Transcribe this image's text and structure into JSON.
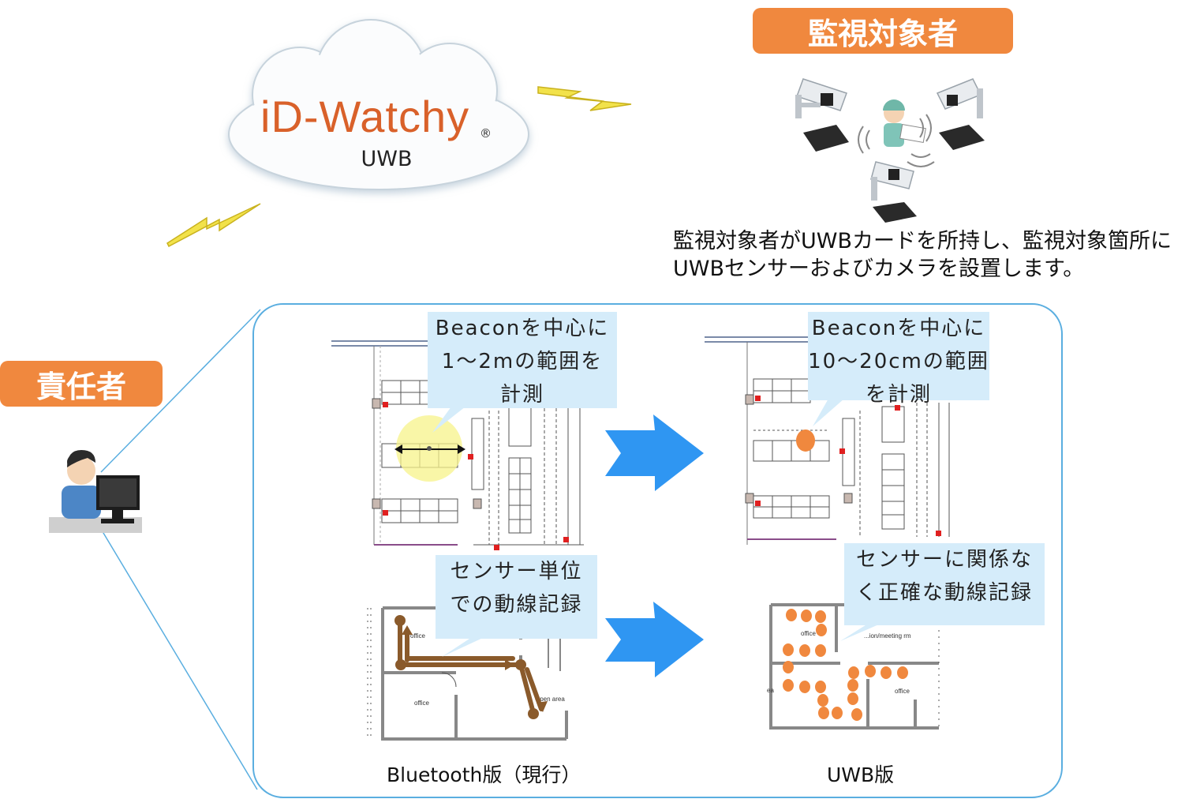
{
  "labels": {
    "monitor_target": "監視対象者",
    "responsible": "責任者"
  },
  "cloud": {
    "logo": "iD-Watchy",
    "registered": "®",
    "subtitle": "UWB"
  },
  "description": [
    "監視対象者がUWBカードを所持し、監視対象箇所に",
    "UWBセンサーおよびカメラを設置します。"
  ],
  "callouts": {
    "bt_range": [
      "Beaconを中心に",
      "1～2mの範囲を",
      "計測"
    ],
    "uwb_range": [
      "Beaconを中心に",
      "10～20cmの範囲",
      "を計測"
    ],
    "bt_path": [
      "センサー単位",
      "での動線記録"
    ],
    "uwb_path": [
      "センサーに関係な",
      "く正確な動線記録"
    ]
  },
  "captions": {
    "bluetooth": "Bluetooth版（現行）",
    "uwb": "UWB版"
  },
  "floorplan_labels": {
    "office": "office",
    "open_area": "Open area",
    "meeting": "...ion/meeting rm",
    "ea": "ea"
  },
  "colors": {
    "badge_orange": "#f0883e",
    "callout_blue": "#d5ecfa",
    "arrow_blue": "#2f96f2",
    "frame_blue": "#5aaee0",
    "path_brown": "#8a5a2b",
    "dot_orange": "#f0883e",
    "lightning": "#f2e24a"
  },
  "icons": [
    "cloud-icon",
    "lightning-icon",
    "camera-icon",
    "sensor-icon",
    "worker-icon",
    "person-at-computer-icon",
    "arrow-right-icon"
  ]
}
